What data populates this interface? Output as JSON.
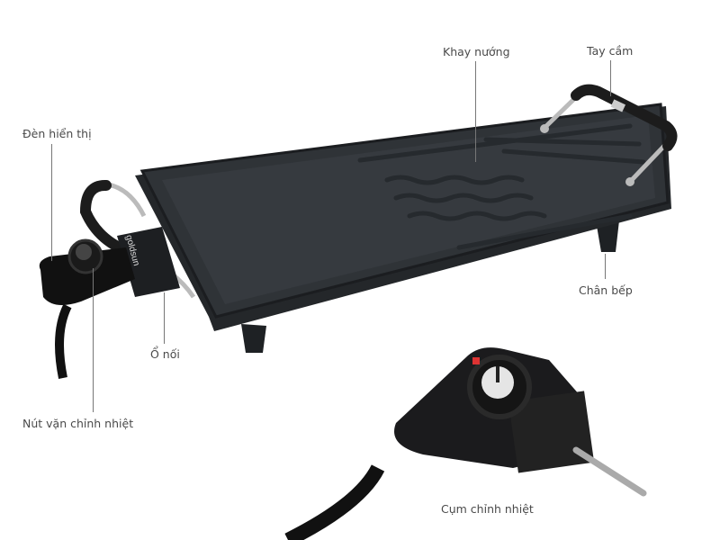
{
  "labels": {
    "indicator_light": "Đèn hiển thị",
    "grill_tray": "Khay nướng",
    "handle": "Tay cầm",
    "feet": "Chân bếp",
    "socket": "Ổ nối",
    "thermostat_knob": "Nút vặn chỉnh nhiệt",
    "thermostat_unit": "Cụm chỉnh nhiệt"
  },
  "brand_logo_text": "goldsun",
  "colors": {
    "tray": "#2f3337",
    "label_text": "#4a4a4a",
    "leader_line": "#777777"
  }
}
